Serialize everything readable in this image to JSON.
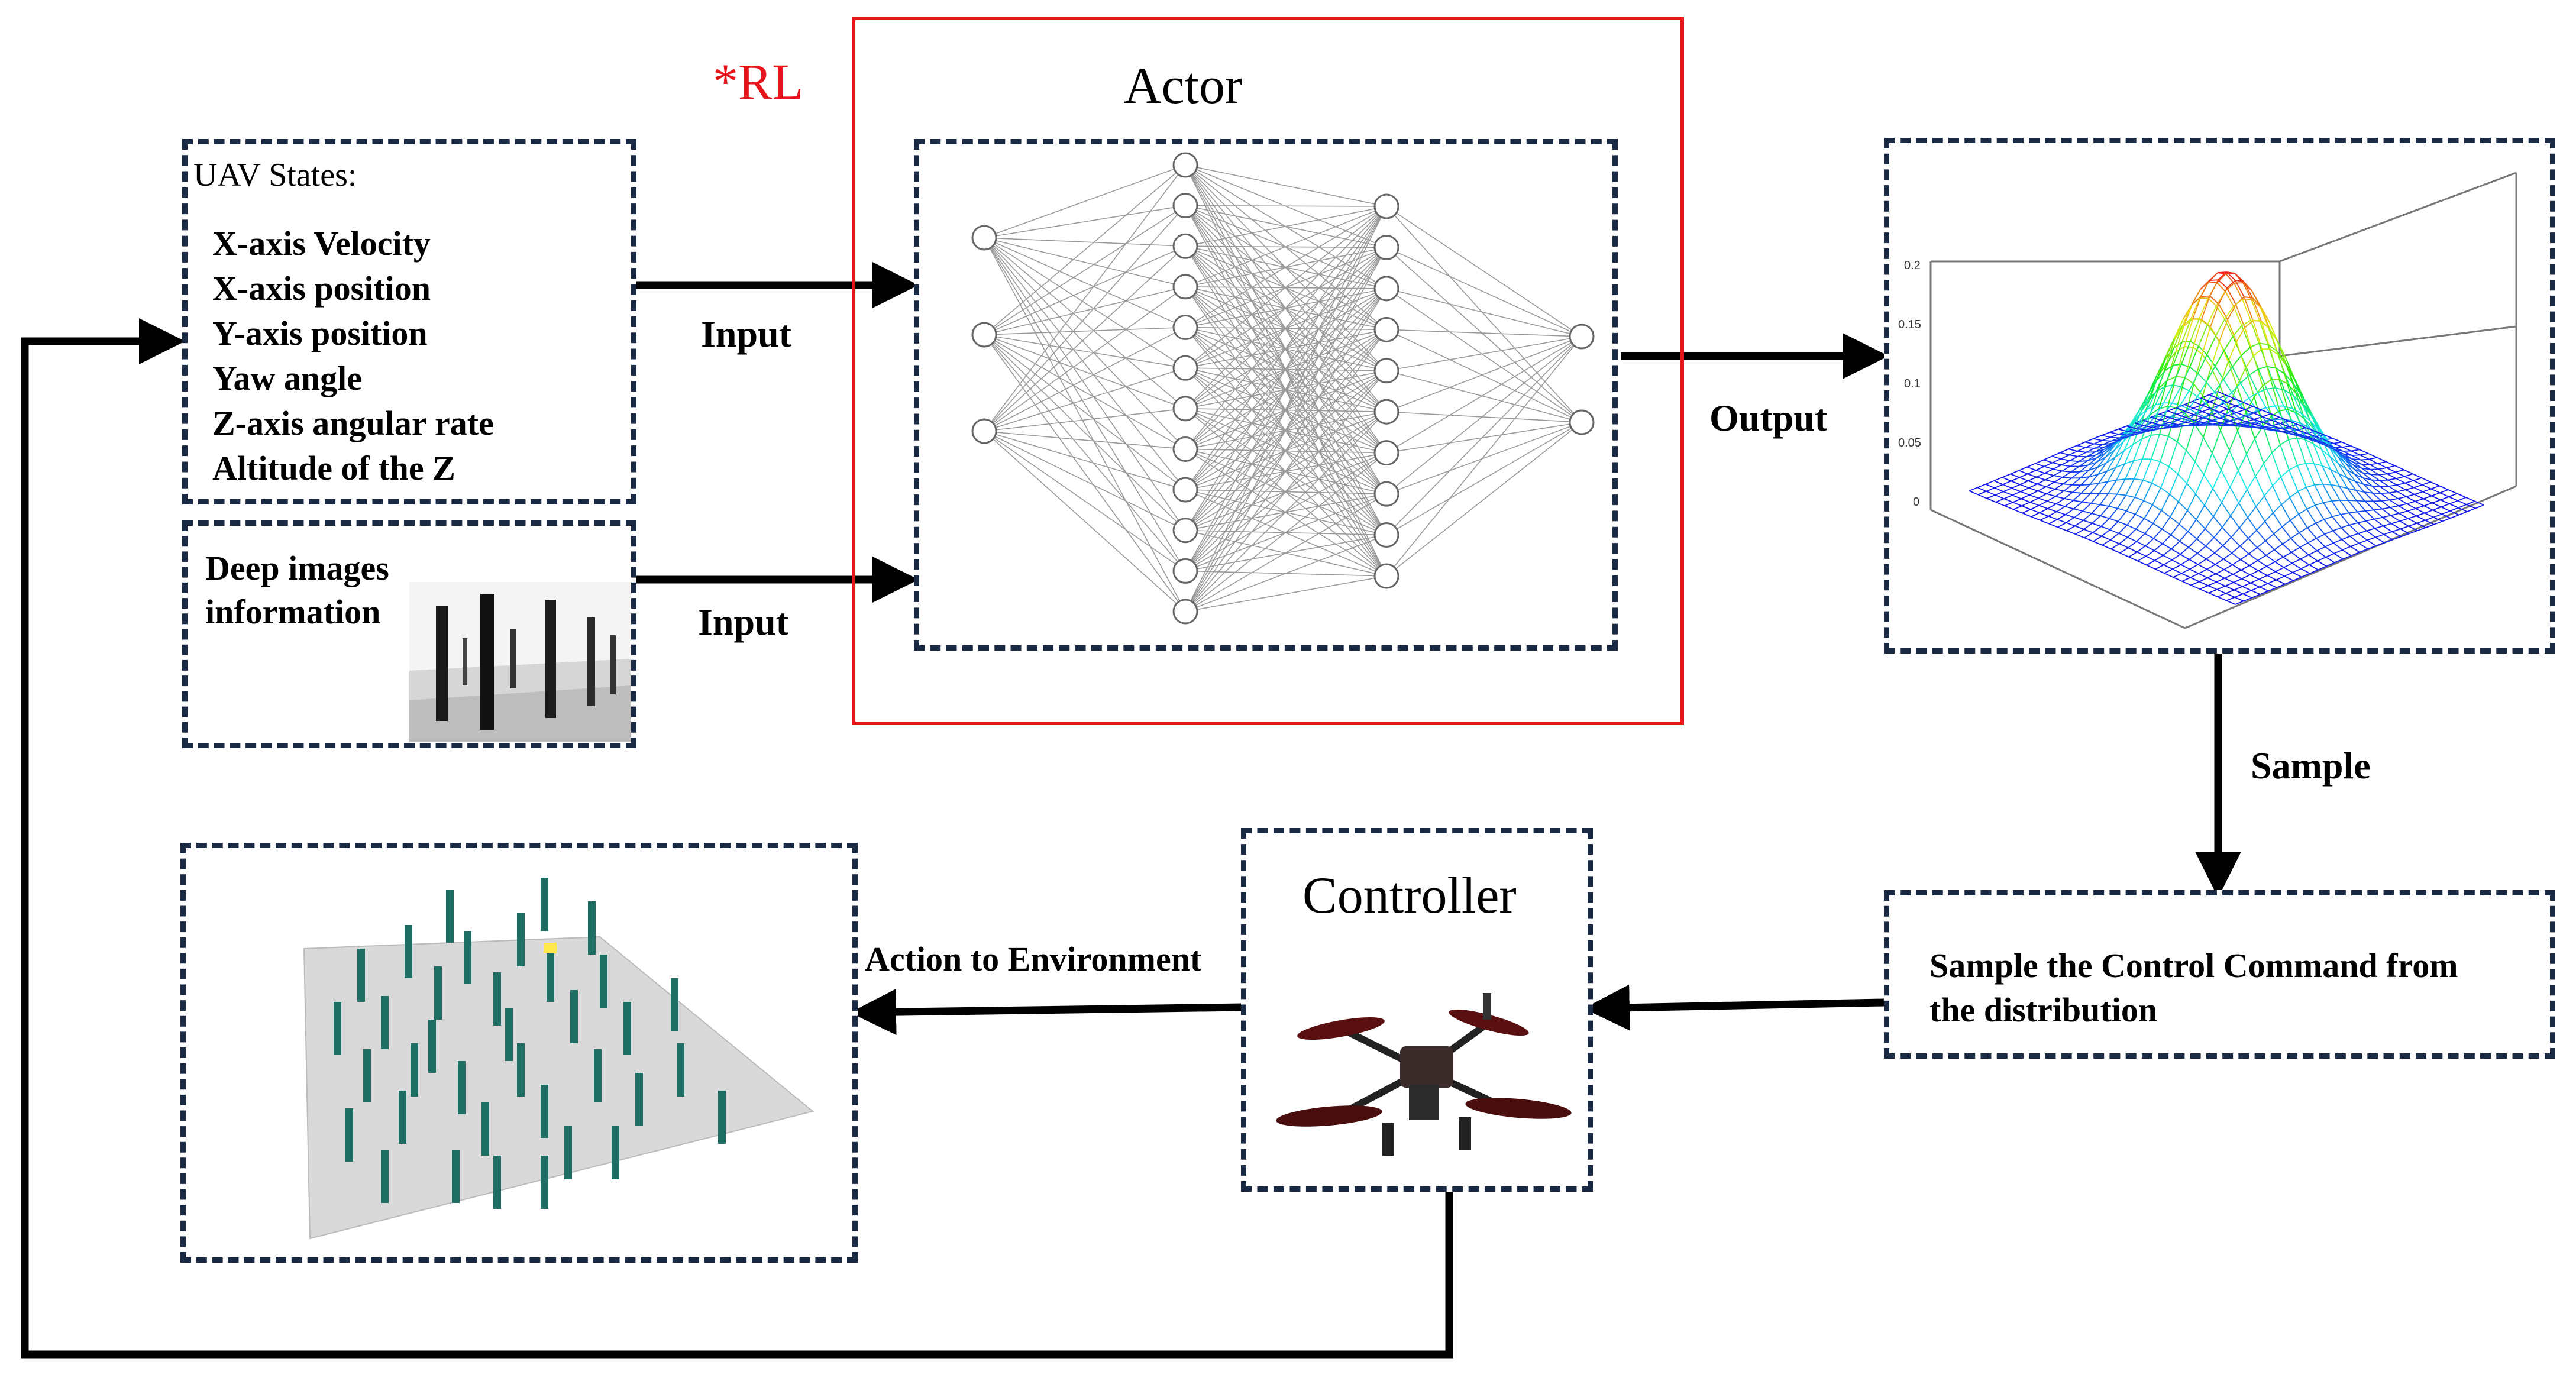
{
  "rl_label": "*RL",
  "actor_title": "Actor",
  "uav_states": {
    "heading": "UAV States:",
    "items": [
      "X-axis Velocity",
      "X-axis position",
      "Y-axis position",
      "Yaw angle",
      "Z-axis angular rate",
      "Altitude of the Z"
    ]
  },
  "deep_images": {
    "line1": "Deep images",
    "line2": "information"
  },
  "input_label_1": "Input",
  "input_label_2": "Input",
  "output_label": "Output",
  "sample_label": "Sample",
  "sample_box": {
    "line1": "Sample the Control Command from",
    "line2": "the distribution"
  },
  "controller_title": "Controller",
  "action_label": "Action to Environment",
  "gaussian_plot": {
    "z_ticks": [
      "0.2",
      "0.15",
      "0.1",
      "0.05",
      "0"
    ]
  },
  "colors": {
    "rl_border": "#e8141b",
    "box_border": "#1b2a44",
    "pillar": "#1e6e63"
  }
}
